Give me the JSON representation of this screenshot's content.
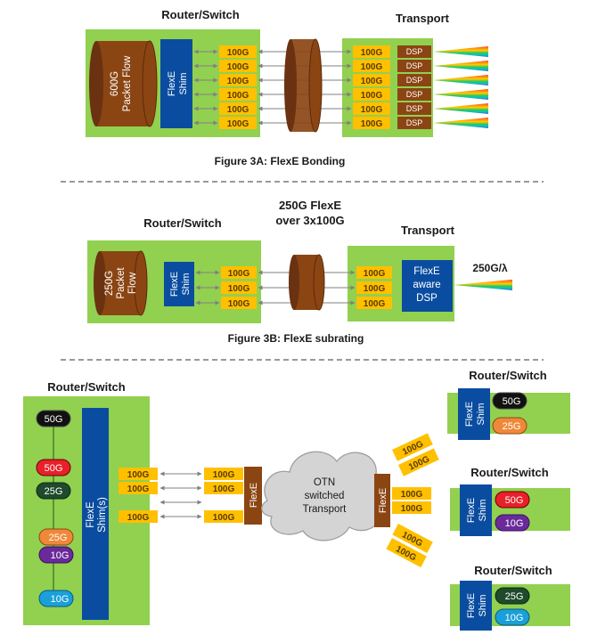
{
  "fig_a": {
    "router_label": "Router/Switch",
    "transport_label": "Transport",
    "packet_flow": [
      "600G",
      "Packet Flow"
    ],
    "shim": [
      "FlexE",
      "Shim"
    ],
    "ports": [
      "100G",
      "100G",
      "100G",
      "100G",
      "100G",
      "100G"
    ],
    "transport_ports": [
      "100G",
      "100G",
      "100G",
      "100G",
      "100G",
      "100G"
    ],
    "dsps": [
      "DSP",
      "DSP",
      "DSP",
      "DSP",
      "DSP",
      "DSP"
    ],
    "caption": "Figure 3A:  FlexE Bonding"
  },
  "fig_b": {
    "router_label": "Router/Switch",
    "middle_label": [
      "250G FlexE",
      "over 3x100G"
    ],
    "transport_label": "Transport",
    "packet_flow": [
      "250G",
      "Packet",
      "Flow"
    ],
    "shim": [
      "FlexE",
      "Shim"
    ],
    "ports": [
      "100G",
      "100G",
      "100G"
    ],
    "transport_ports": [
      "100G",
      "100G",
      "100G"
    ],
    "dsp": [
      "FlexE",
      "aware",
      "DSP"
    ],
    "rate": "250G/λ",
    "caption": "Figure 3B:  FlexE subrating"
  },
  "fig_c": {
    "left_router_label": "Router/Switch",
    "left_shim": [
      "FlexE",
      "Shim(s)"
    ],
    "left_clients": [
      "50G",
      "50G",
      "25G",
      "25G",
      "10G",
      "10G"
    ],
    "left_ports": [
      "100G",
      "100G",
      "100G"
    ],
    "mid_ports": [
      "100G",
      "100G",
      "100G"
    ],
    "flexe_label": "FlexE",
    "otn": [
      "OTN",
      "switched",
      "Transport"
    ],
    "right_ports": [
      "100G",
      "100G",
      "100G",
      "100G",
      "100G",
      "100G"
    ],
    "routers": [
      {
        "label": "Router/Switch",
        "shim": [
          "FlexE",
          "Shim"
        ],
        "clients": [
          "50G",
          "25G"
        ]
      },
      {
        "label": "Router/Switch",
        "shim": [
          "FlexE",
          "Shim"
        ],
        "clients": [
          "50G",
          "10G"
        ]
      },
      {
        "label": "Router/Switch",
        "shim": [
          "FlexE",
          "Shim"
        ],
        "clients": [
          "25G",
          "10G"
        ]
      }
    ]
  },
  "colors": {
    "green": "#92d050",
    "blue": "#0a4da0",
    "brown": "#8b4513",
    "orange": "#ffc000"
  }
}
